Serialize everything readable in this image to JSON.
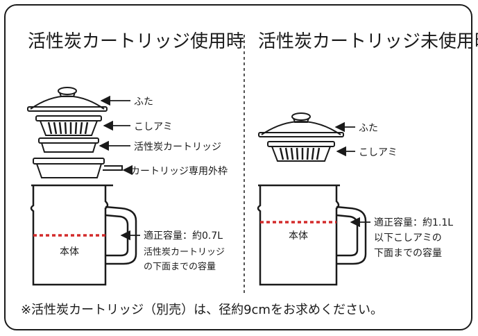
{
  "left": {
    "title": "活性炭カートリッジ使用時",
    "parts": [
      "ふた",
      "こしアミ",
      "活性炭カートリッジ",
      "カートリッジ専用外枠"
    ],
    "body_label": "本体",
    "capacity_line1": "適正容量：約0.7L",
    "capacity_line2": "活性炭カートリッジ",
    "capacity_line3": "の下面までの容量"
  },
  "right": {
    "title": "活性炭カートリッジ未使用時",
    "parts": [
      "ふた",
      "こしアミ"
    ],
    "body_label": "本体",
    "capacity_line1": "適正容量：約1.1L",
    "capacity_line2": "以下こしアミの",
    "capacity_line3": "下面までの容量"
  },
  "footnote": "※活性炭カートリッジ（別売）は、径約9cmをお求めください。",
  "colors": {
    "line": "#1a1a1a",
    "level_marker": "#d32b2b"
  }
}
